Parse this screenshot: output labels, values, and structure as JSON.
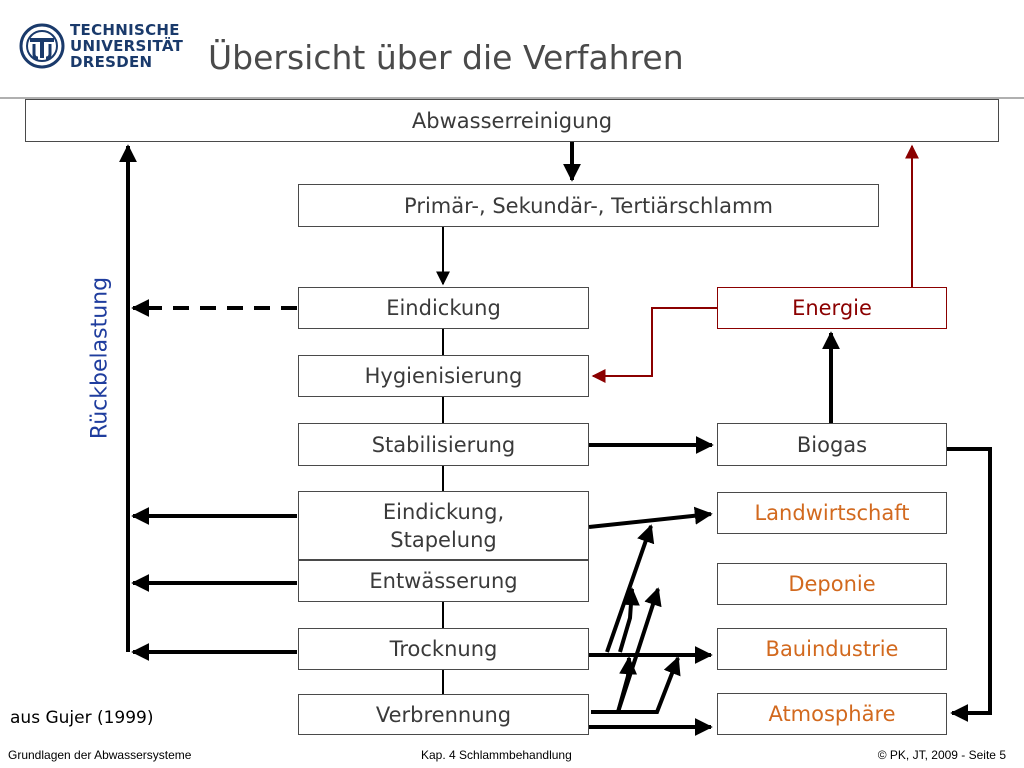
{
  "header": {
    "logo_lines": [
      "TECHNISCHE",
      "UNIVERSITÄT",
      "DRESDEN"
    ],
    "title": "Übersicht über die Verfahren"
  },
  "diagram": {
    "top_box": "Abwasserreinigung",
    "sludge_box": "Primär-, Sekundär-, Tertiärschlamm",
    "process_steps": [
      "Eindickung",
      "Hygienisierung",
      "Stabilisierung",
      "Eindickung, Stapelung",
      "Entwässerung",
      "Trocknung",
      "Verbrennung"
    ],
    "energy_box": "Energie",
    "biogas_box": "Biogas",
    "disposal_routes": [
      "Landwirtschaft",
      "Deponie",
      "Bauindustrie",
      "Atmosphäre"
    ],
    "return_load_label": "Rückbelastung",
    "colors": {
      "energy": "#8b0000",
      "disposal": "#d2691e",
      "return_load": "#1f3d9e",
      "arrows": "#000000"
    }
  },
  "source_note": "aus Gujer (1999)",
  "footer": {
    "left": "Grundlagen der Abwassersysteme",
    "center": "Kap. 4  Schlammbehandlung",
    "right": "© PK, JT, 2009 - Seite 5"
  }
}
